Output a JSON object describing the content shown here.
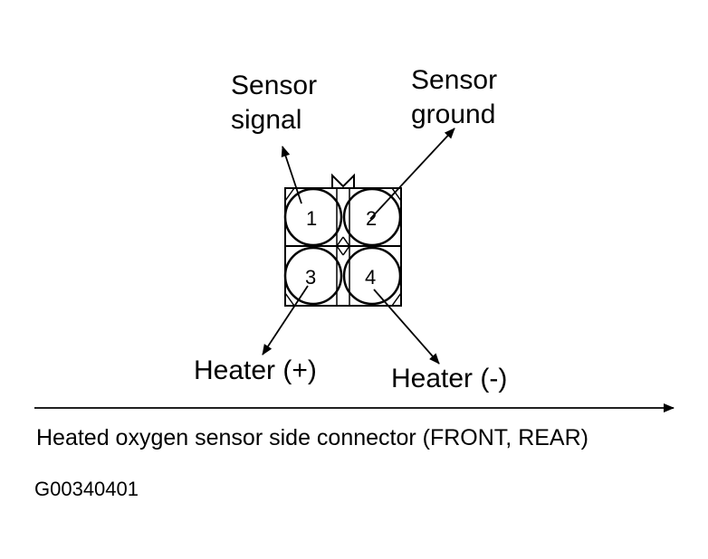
{
  "callouts": {
    "sensor_signal": [
      "Sensor",
      "signal"
    ],
    "sensor_ground": [
      "Sensor",
      "ground"
    ],
    "heater_plus": "Heater (+)",
    "heater_minus": "Heater (-)"
  },
  "pins": [
    "1",
    "2",
    "3",
    "4"
  ],
  "caption": "Heated oxygen sensor side connector (FRONT, REAR)",
  "figure_code": "G00340401"
}
